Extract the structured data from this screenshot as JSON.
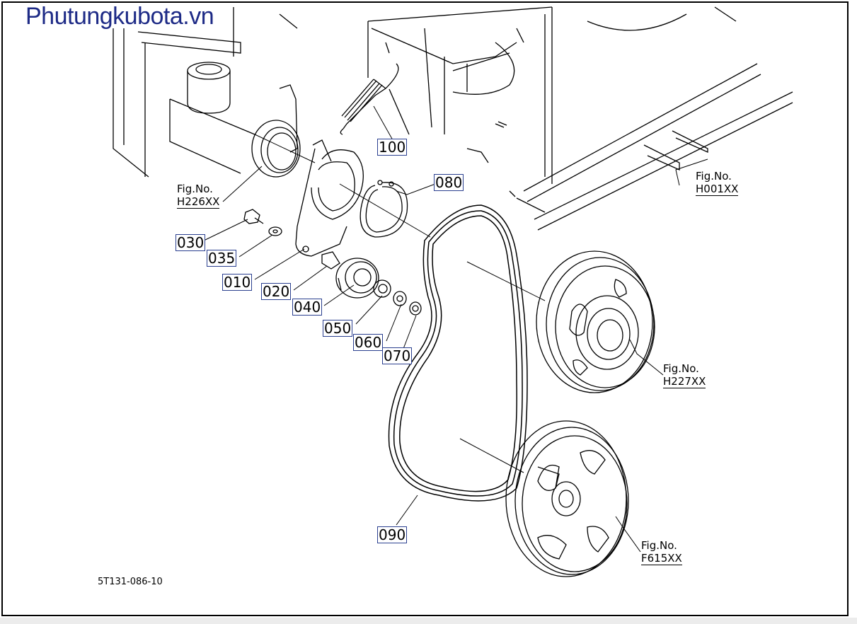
{
  "watermark": "Phutungkubota.vn",
  "document_code": "5T131-086-10",
  "callouts": [
    {
      "id": "c100",
      "label": "100"
    },
    {
      "id": "c080",
      "label": "080"
    },
    {
      "id": "c030",
      "label": "030"
    },
    {
      "id": "c035",
      "label": "035"
    },
    {
      "id": "c010",
      "label": "010"
    },
    {
      "id": "c020",
      "label": "020"
    },
    {
      "id": "c040",
      "label": "040"
    },
    {
      "id": "c050",
      "label": "050"
    },
    {
      "id": "c060",
      "label": "060"
    },
    {
      "id": "c070",
      "label": "070"
    },
    {
      "id": "c090",
      "label": "090"
    }
  ],
  "fig_refs": [
    {
      "prefix": "Fig.No.",
      "code": "H226XX"
    },
    {
      "prefix": "Fig.No.",
      "code": "H001XX"
    },
    {
      "prefix": "Fig.No.",
      "code": "H227XX"
    },
    {
      "prefix": "Fig.No.",
      "code": "F615XX"
    }
  ],
  "colors": {
    "watermark": "#1d2a86",
    "callout_box": "#2a3f8f",
    "line_art": "#000000"
  }
}
